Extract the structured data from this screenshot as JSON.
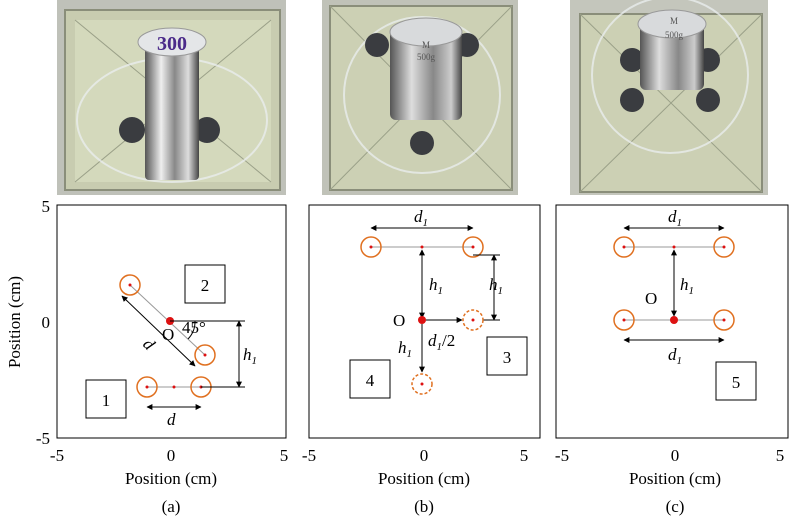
{
  "photos": [
    {
      "weight_label": "300"
    },
    {
      "weight_label_line1": "M",
      "weight_label_line2": "500g"
    },
    {
      "weight_label_line1": "M",
      "weight_label_line2": "500g"
    }
  ],
  "axes": {
    "xlabel": "Position (cm)",
    "ylabel": "Position (cm)",
    "x_ticks": [
      "-5",
      "0",
      "5"
    ],
    "y_ticks": [
      "5",
      "0",
      "-5"
    ]
  },
  "panels": [
    {
      "caption": "(a)",
      "boxes": [
        "2",
        "1"
      ],
      "labels": {
        "origin": "O",
        "angle": "45°",
        "d_diag": "d",
        "d_horiz": "d",
        "h": "h",
        "h_sub": "1"
      }
    },
    {
      "caption": "(b)",
      "boxes": [
        "4",
        "3"
      ],
      "labels": {
        "origin": "O",
        "d_top": "d",
        "d_top_sub": "1",
        "h_left": "h",
        "h_left_sub": "1",
        "h_right": "h",
        "h_right_sub": "1",
        "h_down": "h",
        "h_down_sub": "1",
        "d_half": "d",
        "d_half_sub": "1",
        "d_half_suffix": "/2"
      }
    },
    {
      "caption": "(c)",
      "boxes": [
        "5"
      ],
      "labels": {
        "origin": "O",
        "d_top": "d",
        "d_top_sub": "1",
        "h": "h",
        "h_sub": "1",
        "d_bottom": "d",
        "d_bottom_sub": "1"
      }
    }
  ],
  "colors": {
    "circle": "#e07020",
    "dot": "#dd1111",
    "line": "#999999",
    "frame": "#000000"
  }
}
